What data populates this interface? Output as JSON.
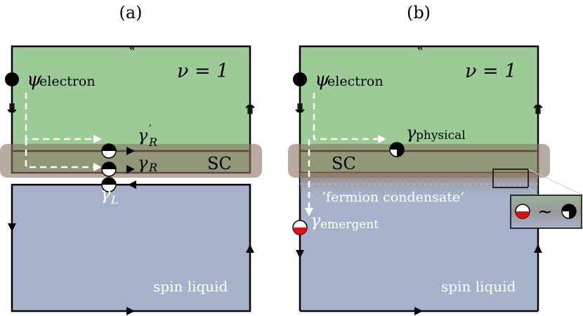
{
  "panel_a": {
    "tag": "(a)",
    "psi": "ψ",
    "psi_sub": "electron",
    "nu": "ν = 1",
    "gamma_r_prime": "γ",
    "gamma_r_prime_sup": "′",
    "gamma_r_prime_sub": "R",
    "gamma_r": "γ",
    "gamma_r_sub": "R",
    "sc": "SC",
    "gamma_l": "γ",
    "gamma_l_sub": "L",
    "spin_liquid": "spin liquid"
  },
  "panel_b": {
    "tag": "(b)",
    "psi": "ψ",
    "psi_sub": "electron",
    "nu": "ν = 1",
    "gamma_phys": "γ",
    "gamma_phys_sub": "physical",
    "sc": "SC",
    "condensate": "‘fermion condensate’",
    "gamma_emerg": "γ",
    "gamma_emerg_sub": "emergent",
    "tilde": "∼",
    "spin_liquid": "spin liquid"
  },
  "colors": {
    "qh_region": "#9ccb97",
    "spin_liquid_region": "#a6b2cb",
    "sc_band": "#8e7866",
    "edge": "#000000",
    "emergent_red": "#dd1111",
    "path_dashed": "#ffffff"
  }
}
